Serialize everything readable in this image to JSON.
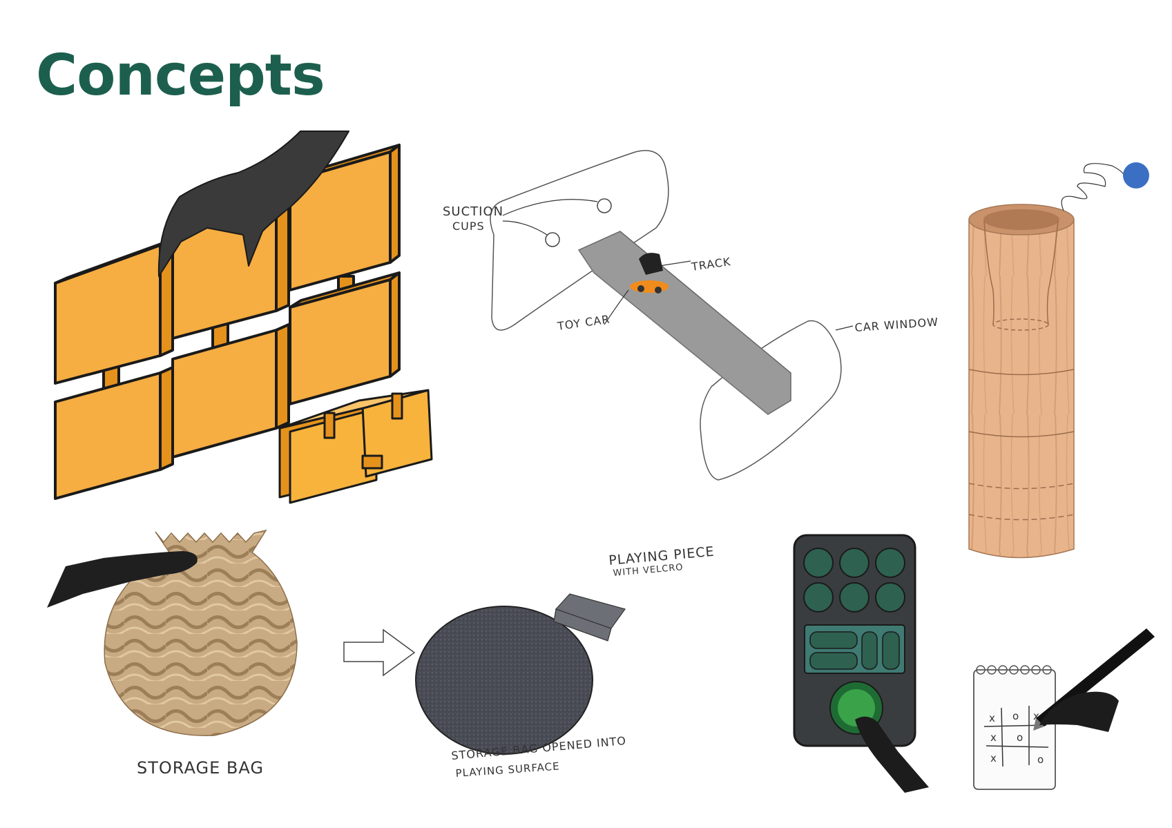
{
  "title": "Concepts",
  "labels": {
    "suction_cups_1": "SUCTION",
    "suction_cups_2": "CUPS",
    "track": "TRACK",
    "toy_car": "TOY CAR",
    "car_window": "CAR WINDOW",
    "playing_piece_1": "PLAYING PIECE",
    "playing_piece_2": "WITH VELCRO",
    "storage_bag": "STORAGE BAG",
    "storage_opened_1": "STORAGE BAG OPENED INTO",
    "storage_opened_2": "PLAYING SURFACE"
  },
  "colors": {
    "title": "#1d5f4e",
    "tile_orange": "#f6ad41",
    "tile_side": "#e5921c",
    "hand": "#3a3a3a",
    "track_gray": "#9a9a9a",
    "wood": "#e8b48c",
    "rope": "#c9ab83",
    "felt": "#4a4c55",
    "ball_blue": "#3a6fc4",
    "device": "#3a3d3f",
    "button_green": "#2e6150",
    "teal_panel": "#3f7a73",
    "green_button": "#3aa34a"
  }
}
